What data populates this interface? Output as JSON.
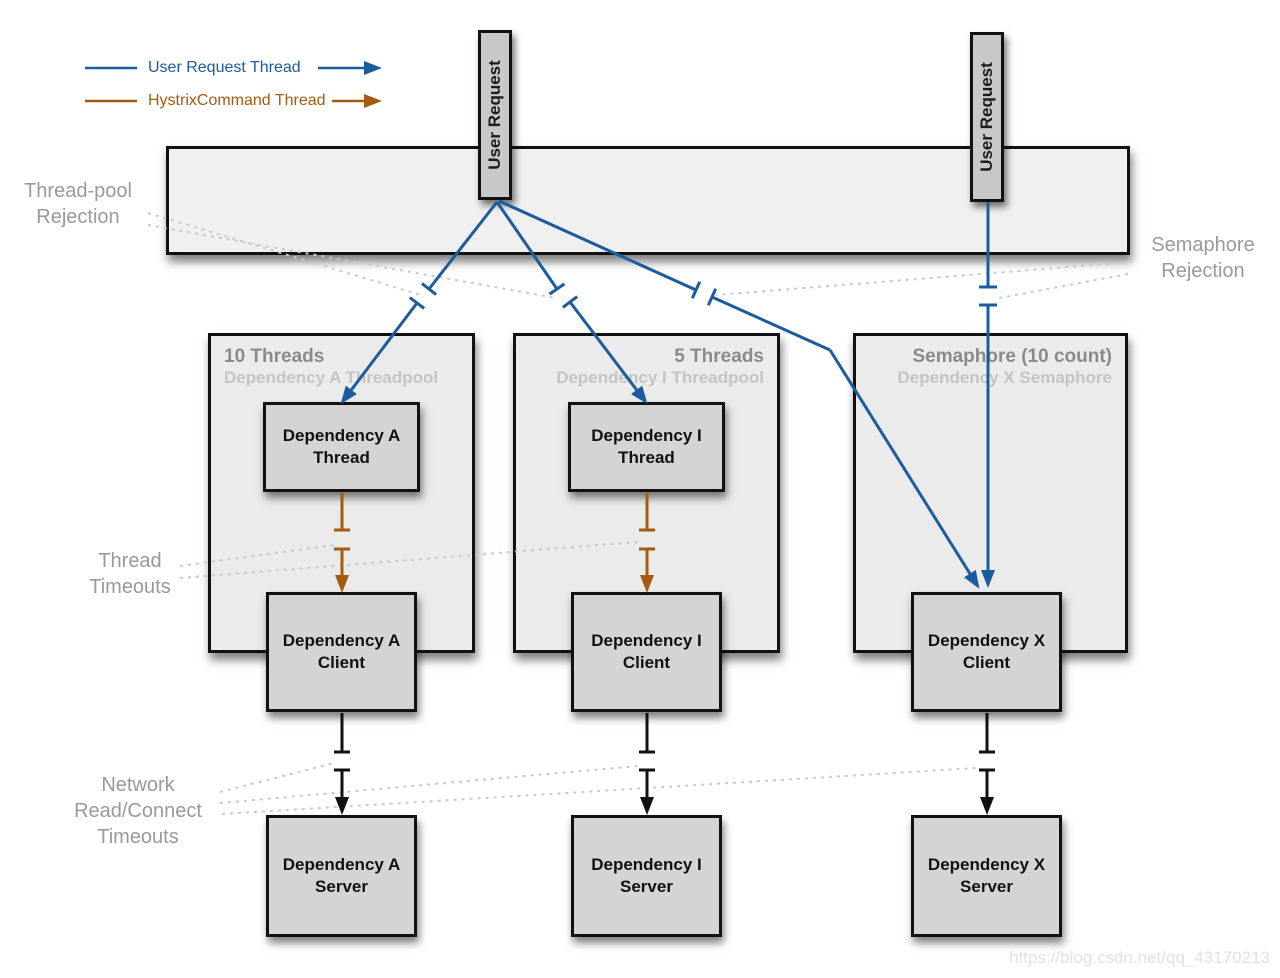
{
  "legend": {
    "items": [
      {
        "label": "User Request Thread",
        "color": "#1A5C9D"
      },
      {
        "label": "HystrixCommand Thread",
        "color": "#A35B0F"
      }
    ]
  },
  "annotations": {
    "thread_pool_rejection": "Thread-pool\nRejection",
    "semaphore_rejection": "Semaphore\nRejection",
    "thread_timeouts": "Thread\nTimeouts",
    "network_timeouts": "Network\nRead/Connect\nTimeouts"
  },
  "user_requests": [
    {
      "label": "User Request"
    },
    {
      "label": "User Request"
    }
  ],
  "columns": [
    {
      "pool_title": "10 Threads",
      "pool_subtitle": "Dependency A Threadpool",
      "thread_box": "Dependency A\nThread",
      "client_box": "Dependency A\nClient",
      "server_box": "Dependency A\nServer"
    },
    {
      "pool_title": "5 Threads",
      "pool_subtitle": "Dependency I Threadpool",
      "thread_box": "Dependency I\nThread",
      "client_box": "Dependency I\nClient",
      "server_box": "Dependency I\nServer"
    },
    {
      "pool_title": "Semaphore (10 count)",
      "pool_subtitle": "Dependency X Semaphore",
      "client_box": "Dependency X\nClient",
      "server_box": "Dependency X\nServer"
    }
  ],
  "colors": {
    "user_request_thread": "#1A5C9D",
    "hystrix_command_thread": "#A35B0F",
    "timeout_connector": "#111111",
    "annotation_gray": "#9a9a9a"
  },
  "watermark": "https://blog.csdn.net/qq_43170213"
}
